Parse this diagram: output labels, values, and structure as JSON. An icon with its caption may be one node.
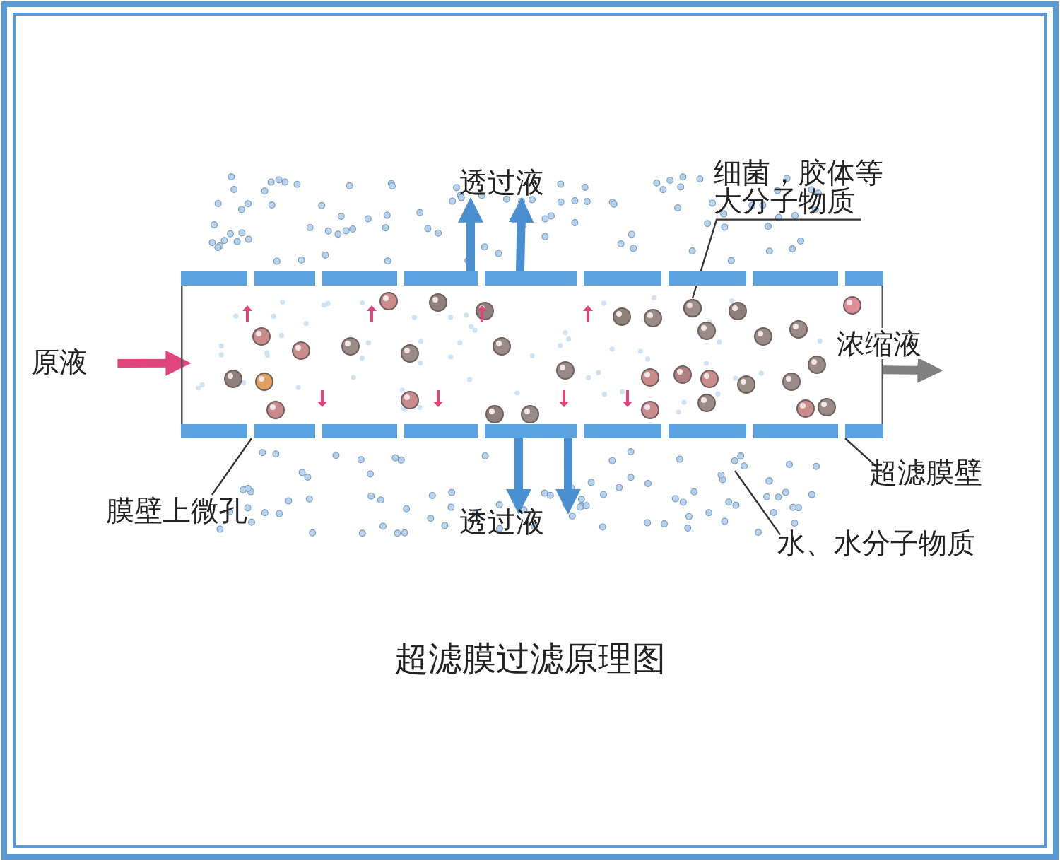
{
  "diagram": {
    "title": "超滤膜过滤原理图",
    "nodes": [
      {
        "text": [
          "原液"
        ]
      },
      {
        "text": [],
        "shape": "box"
      },
      {
        "text": [],
        "shape": "circle",
        "in": 1
      },
      {
        "text": [
          "透过液"
        ]
      },
      {
        "text": [
          "透过液"
        ]
      },
      {
        "text": [
          "细菌，胶体等大分子物质"
        ]
      },
      {
        "text": [
          "膜壁上微孔"
        ]
      },
      {
        "text": [
          "超滤膜壁"
        ]
      },
      {
        "text": [
          "水、水分子物质"
        ]
      }
    ],
    "edges": [
      {
        "from": 0,
        "to": 1,
        "arrow": "to",
        "color": "#e0457b"
      },
      {
        "from": 1,
        "to": null,
        "arrow": "to",
        "label": "浓缩液",
        "color": "#808080"
      },
      {
        "from": 1,
        "to": 3,
        "arrow": "to",
        "color": "#4a90d0"
      },
      {
        "from": 1,
        "to": 3,
        "arrow": "to",
        "color": "#4a90d0"
      },
      {
        "from": 1,
        "to": 4,
        "arrow": "to",
        "color": "#4a90d0"
      },
      {
        "from": 1,
        "to": 4,
        "arrow": "to",
        "color": "#4a90d0"
      },
      {
        "from": 5,
        "to": 2,
        "arrow": "none",
        "color": "#333333"
      },
      {
        "from": 6,
        "to": 1,
        "arrow": "none",
        "color": "#333333"
      },
      {
        "from": 7,
        "to": 1,
        "arrow": "none",
        "color": "#333333"
      },
      {
        "from": 8,
        "to": null,
        "arrow": "none",
        "color": "#333333"
      }
    ]
  }
}
